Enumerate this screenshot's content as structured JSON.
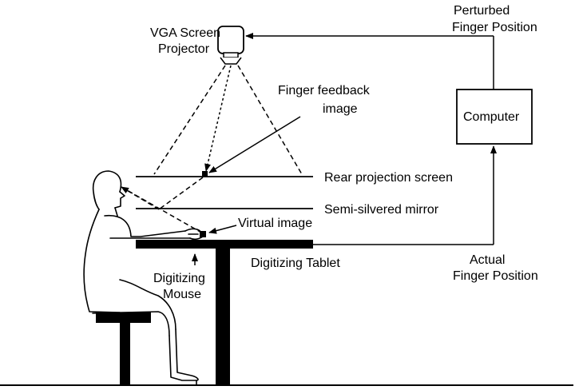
{
  "labels": {
    "projector_line1": "VGA Screen",
    "projector_line2": "Projector",
    "perturbed_line1": "Perturbed",
    "perturbed_line2": "Finger Position",
    "computer": "Computer",
    "feedback_line1": "Finger feedback",
    "feedback_line2": "image",
    "rear_screen": "Rear projection screen",
    "mirror": "Semi-silvered mirror",
    "virtual_image": "Virtual image",
    "tablet": "Digitizing Tablet",
    "mouse_line1": "Digitizing",
    "mouse_line2": "Mouse",
    "actual_line1": "Actual",
    "actual_line2": "Finger Position"
  }
}
